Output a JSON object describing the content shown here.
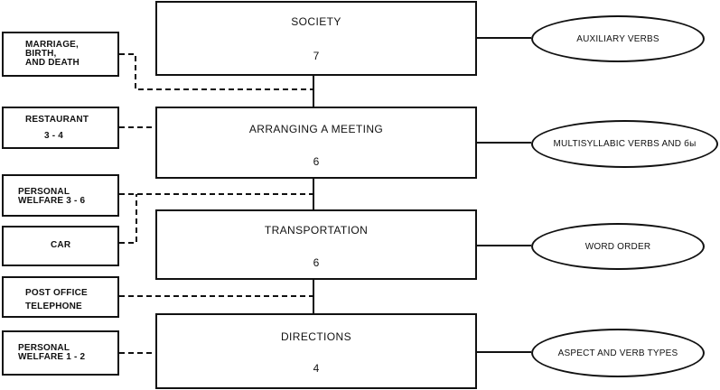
{
  "main_boxes": [
    {
      "title": "SOCIETY",
      "number": "7"
    },
    {
      "title": "ARRANGING A MEETING",
      "number": "6"
    },
    {
      "title": "TRANSPORTATION",
      "number": "6"
    },
    {
      "title": "DIRECTIONS",
      "number": "4"
    }
  ],
  "side_boxes": {
    "marriage": {
      "line1": "MARRIAGE,",
      "line2": "BIRTH,",
      "line3": "AND DEATH"
    },
    "restaurant": {
      "line1": "RESTAURANT",
      "line2": "3 - 4"
    },
    "personal_welfare_3_6": {
      "line1": "PERSONAL",
      "line2": "WELFARE  3 - 6"
    },
    "car": {
      "line1": "CAR"
    },
    "post_office": {
      "line1": "POST OFFICE",
      "line2": "TELEPHONE"
    },
    "personal_welfare_1_2": {
      "line1": "PERSONAL",
      "line2": "WELFARE  1 - 2"
    }
  },
  "ovals": [
    {
      "label": "AUXILIARY VERBS"
    },
    {
      "label": "MULTISYLLABIC VERBS AND бы"
    },
    {
      "label": "WORD ORDER"
    },
    {
      "label": "ASPECT AND VERB TYPES"
    }
  ]
}
